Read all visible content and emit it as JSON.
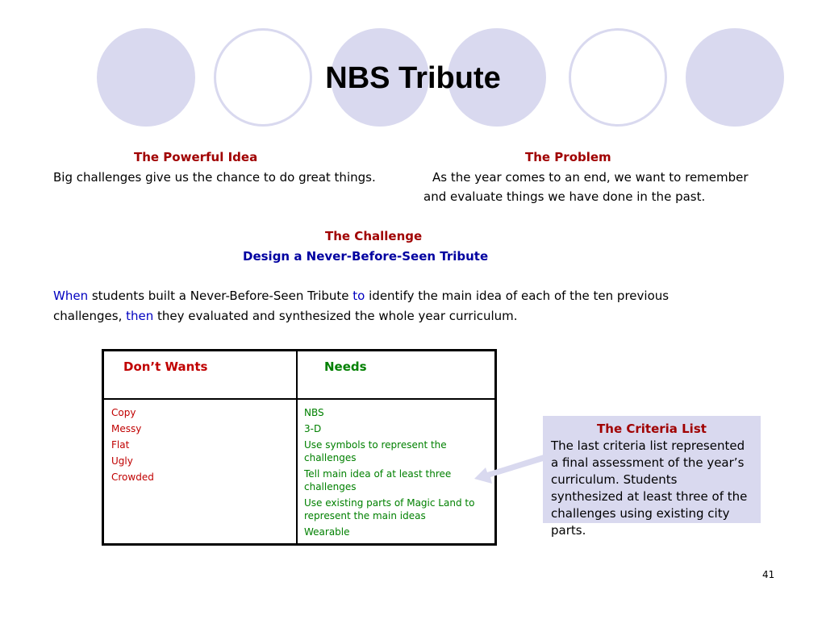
{
  "title": "NBS Tribute",
  "powerful_idea": {
    "heading": "The Powerful Idea",
    "text": "Big challenges give us the chance to do great things."
  },
  "problem": {
    "heading": "The Problem",
    "line1": "As the year comes to an end, we want to remember",
    "line2": "and evaluate things we have done in the past."
  },
  "challenge": {
    "heading": "The Challenge",
    "subtitle": "Design a Never-Before-Seen Tribute"
  },
  "statement": {
    "when": "When",
    "part1": " students built a Never-Before-Seen Tribute ",
    "to": "to",
    "part2": " identify the main idea of each of the ten previous",
    "part3": "challenges, ",
    "then": "then",
    "part4": " they evaluated and synthesized the whole year curriculum."
  },
  "table": {
    "dont_wants_header": "Don’t Wants",
    "needs_header": "Needs",
    "dont_wants": [
      "Copy",
      "Messy",
      "Flat",
      "Ugly",
      "Crowded"
    ],
    "needs": [
      "NBS",
      "3-D",
      "Use symbols to represent the challenges",
      "Tell main idea of at least three challenges",
      "Use existing parts of Magic Land to represent the main ideas",
      "Wearable"
    ]
  },
  "callout": {
    "title": "The Criteria List",
    "text": "The last criteria list represented a final assessment of the year’s curriculum. Students synthesized at least three of the challenges using existing city parts."
  },
  "page_number": "41",
  "colors": {
    "circle": "#d9d9ef",
    "heading_red": "#a00000",
    "link_blue": "#0000c0",
    "needs_green": "#008000"
  }
}
